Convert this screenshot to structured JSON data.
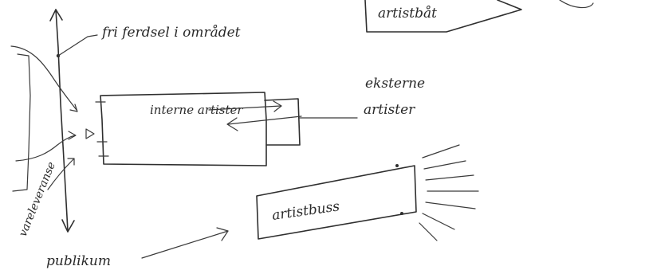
{
  "labels": {
    "fri_ferdsel": "fri ferdsel i området",
    "artistbat": "artistbåt",
    "interne_artister": "interne artister",
    "eksterne": "eksterne",
    "artister": "artister",
    "artistbuss": "artistbuss",
    "vareleveranse": "vareleveranse",
    "publikum": "publikum"
  },
  "colors": {
    "ink": "#2f2f2f",
    "paper": "#ffffff"
  }
}
